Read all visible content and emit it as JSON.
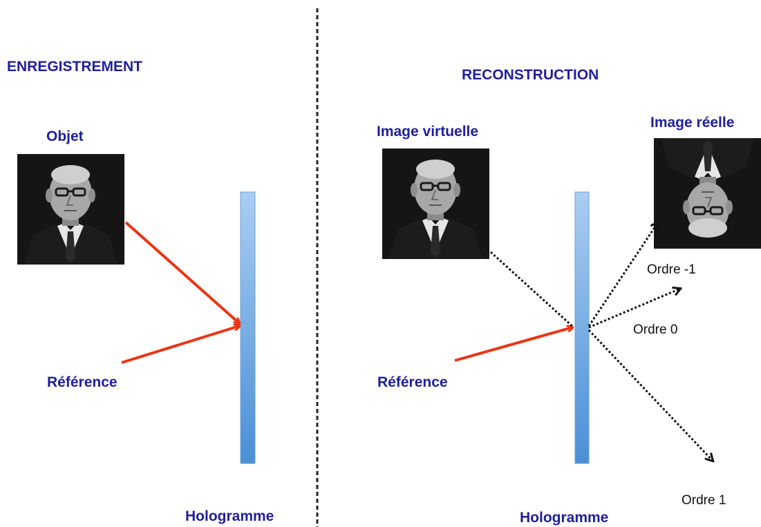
{
  "left_panel": {
    "title": "ENREGISTREMENT",
    "object_label": "Objet",
    "reference_label": "Référence",
    "hologram_label": "Hologramme"
  },
  "right_panel": {
    "title": "RECONSTRUCTION",
    "virtual_image_label": "Image virtuelle",
    "real_image_label": "Image réelle",
    "reference_label": "Référence",
    "hologram_label": "Hologramme",
    "orders": {
      "minus_one": "Ordre -1",
      "zero": "Ordre 0",
      "one": "Ordre 1"
    }
  },
  "colors": {
    "label_blue": "#1f1f9e",
    "arrow_red": "#ee3311",
    "plate_light": "#aacdf2",
    "plate_dark": "#4a8fd6",
    "separator": "#222222"
  },
  "icons": {
    "portrait": "portrait-photo",
    "portrait_inverted": "portrait-photo-inverted"
  }
}
